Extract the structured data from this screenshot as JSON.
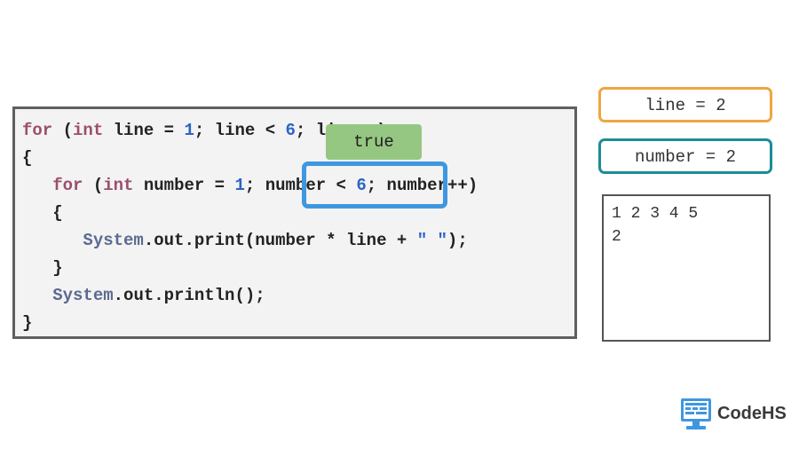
{
  "code": {
    "line1": {
      "kw_for": "for",
      "paren_open": "(",
      "kw_int": "int",
      "text_a": " line = ",
      "num_1": "1",
      "text_b": "; line < ",
      "num_6": "6",
      "text_c": "; line++)"
    },
    "line2": "{",
    "line3": {
      "kw_for": "for",
      "paren_open": "(",
      "kw_int": "int",
      "text_a": " number = ",
      "num_1": "1",
      "text_b": "; number < ",
      "num_6": "6",
      "text_c": "; number++)"
    },
    "line4": "{",
    "line5": {
      "ty_system": "System",
      "text_a": ".out.print(number * line + ",
      "str_space": "\" \"",
      "text_b": ");"
    },
    "line6": "}",
    "line7": {
      "ty_system": "System",
      "text_a": ".out.println();"
    },
    "line8": "}"
  },
  "badge": {
    "label": "true"
  },
  "variables": {
    "line": "line = 2",
    "number": "number = 2"
  },
  "output": {
    "lines": [
      "1 2 3 4 5",
      "2"
    ]
  },
  "logo": {
    "text": "CodeHS"
  },
  "colors": {
    "keyword": "#9c4e6c",
    "type": "#5b6a91",
    "number": "#2c64c6",
    "highlight": "#3f97e0",
    "true_badge": "#95c782",
    "line_var_border": "#f0a540",
    "number_var_border": "#1c8c97"
  }
}
